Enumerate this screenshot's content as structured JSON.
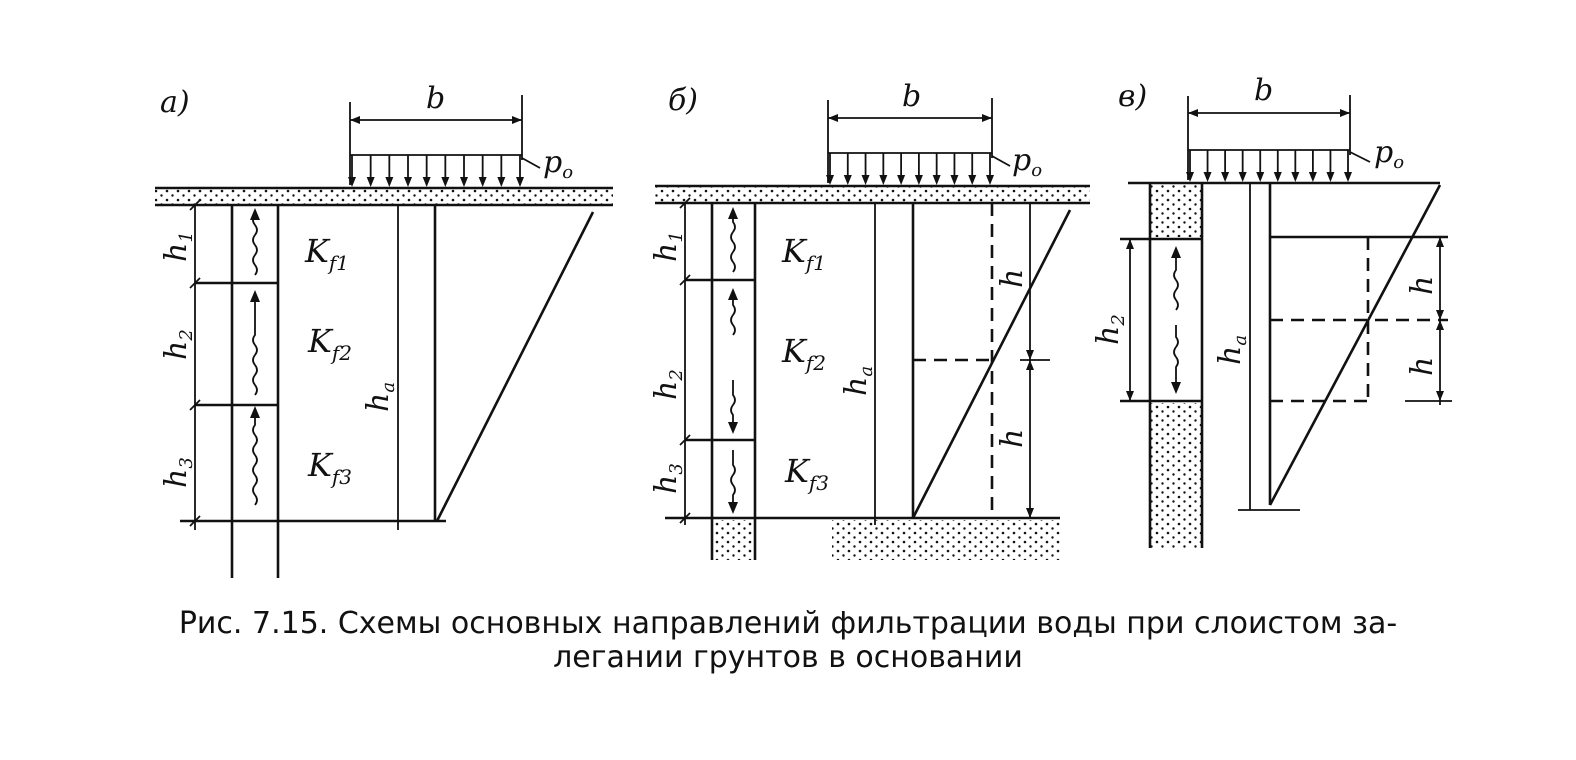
{
  "panels": {
    "a": {
      "letter": "а)",
      "width_label": "b",
      "load_label": "p",
      "load_sub": "o",
      "layers": [
        {
          "h": "h",
          "h_sub": "1",
          "k": "K",
          "k_sub": "f1"
        },
        {
          "h": "h",
          "h_sub": "2",
          "k": "K",
          "k_sub": "f2"
        },
        {
          "h": "h",
          "h_sub": "3",
          "k": "K",
          "k_sub": "f3"
        }
      ],
      "ha": "h",
      "ha_sub": "a"
    },
    "b": {
      "letter": "б)",
      "width_label": "b",
      "load_label": "p",
      "load_sub": "o",
      "layers": [
        {
          "h": "h",
          "h_sub": "1",
          "k": "K",
          "k_sub": "f1"
        },
        {
          "h": "h",
          "h_sub": "2",
          "k": "K",
          "k_sub": "f2"
        },
        {
          "h": "h",
          "h_sub": "3",
          "k": "K",
          "k_sub": "f3"
        }
      ],
      "ha": "h",
      "ha_sub": "a",
      "h_top": "h",
      "h_bottom": "h"
    },
    "c": {
      "letter": "в)",
      "width_label": "b",
      "load_label": "p",
      "load_sub": "o",
      "layer": {
        "h": "h",
        "h_sub": "2"
      },
      "ha": "h",
      "ha_sub": "a",
      "h_top": "h",
      "h_bottom": "h"
    }
  },
  "caption": {
    "line1": "Рис. 7.15. Схемы основных направлений фильтрации воды при слоистом за-",
    "line2": "легании грунтов в основании"
  }
}
